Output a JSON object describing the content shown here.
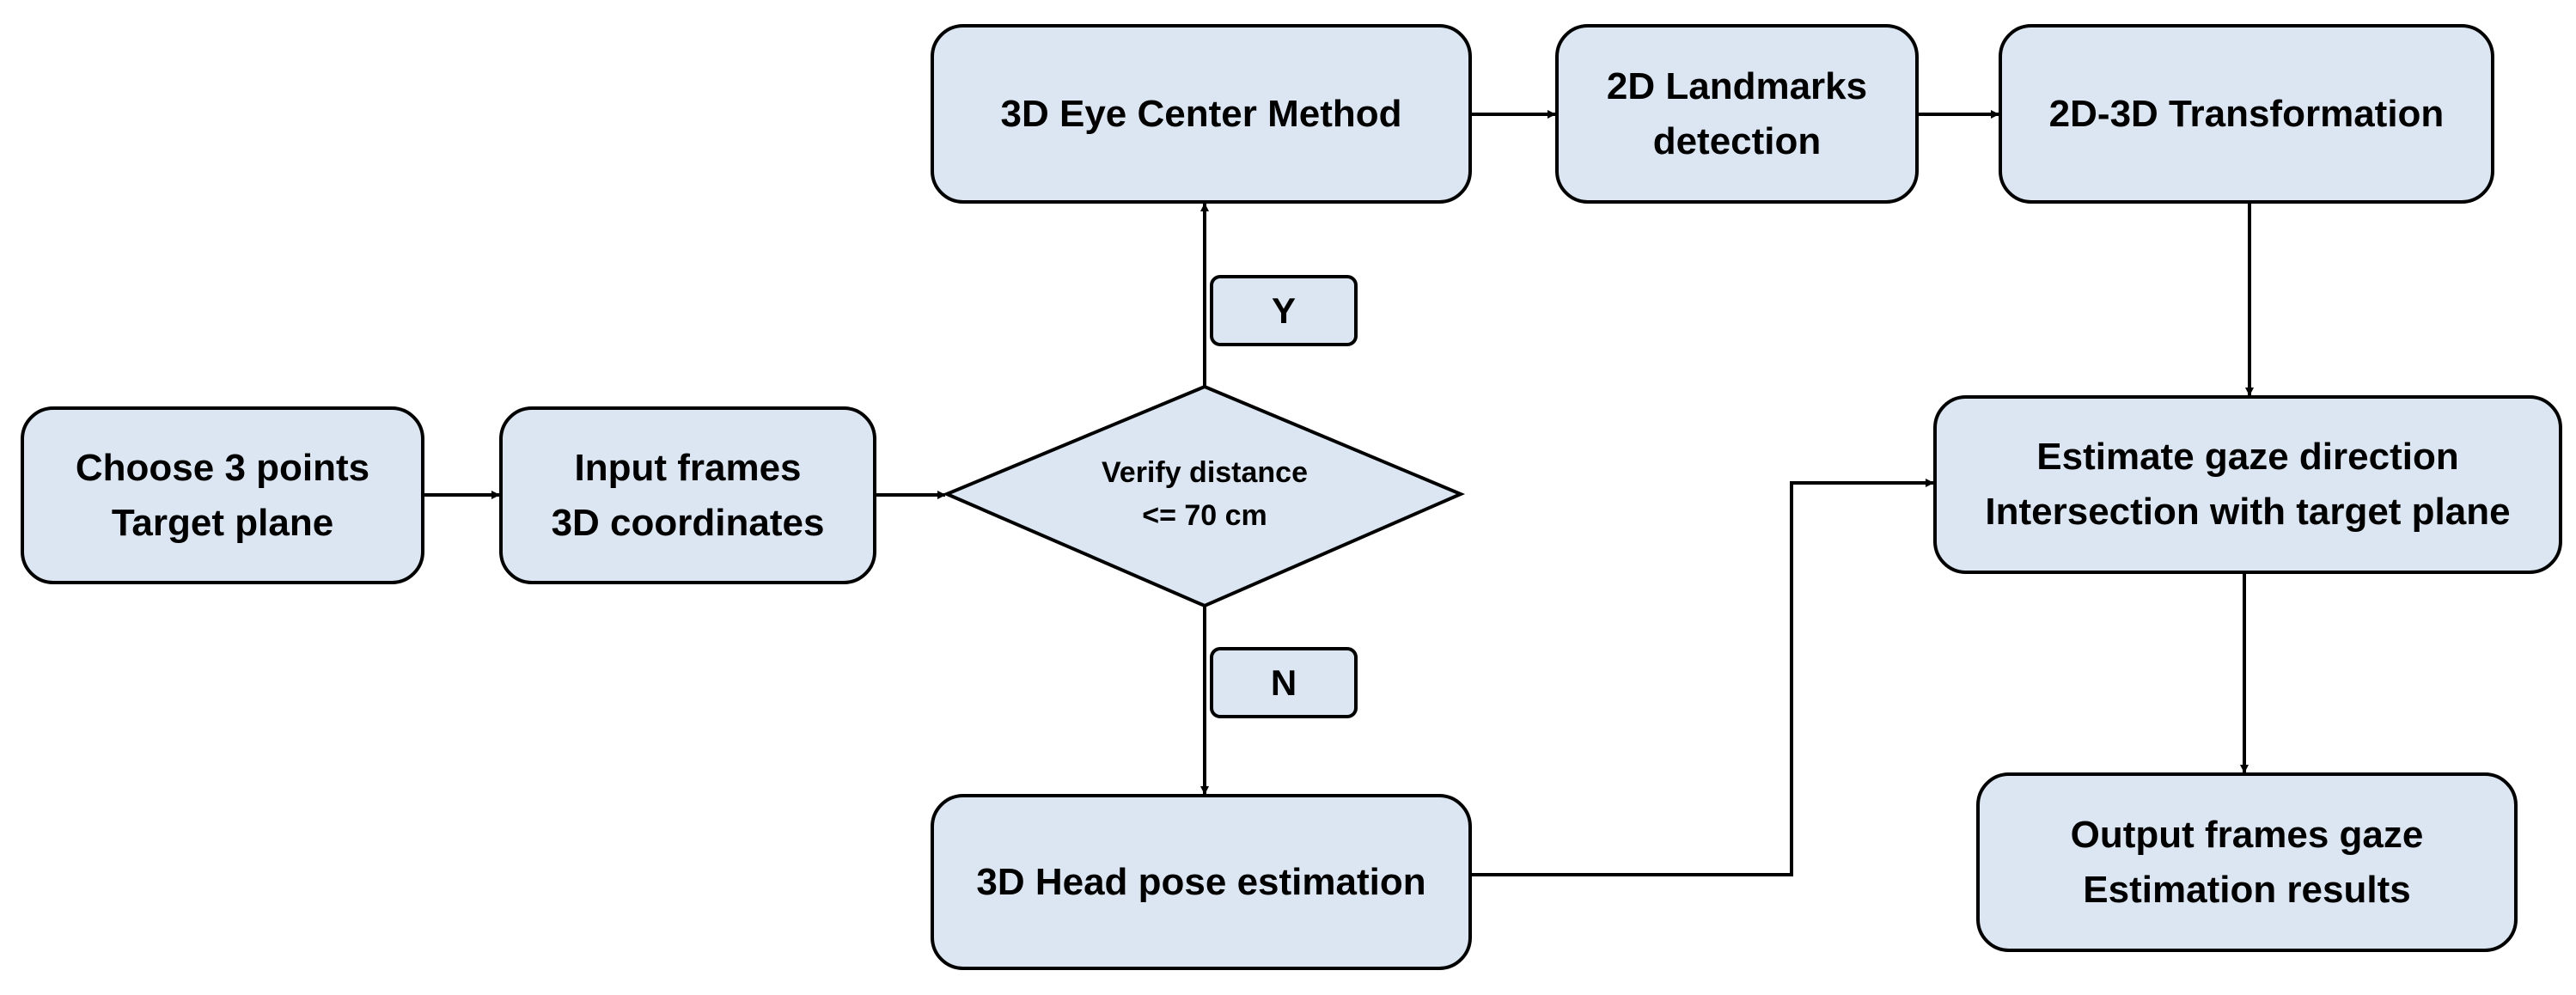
{
  "colors": {
    "node_fill": "#dce6f2",
    "stroke": "#000000"
  },
  "nodes": {
    "choose_points": {
      "line1": "Choose 3 points",
      "line2": "Target plane"
    },
    "input_frames": {
      "line1": "Input frames",
      "line2": "3D coordinates"
    },
    "verify": {
      "line1": "Verify distance",
      "line2": "<= 70 cm"
    },
    "eye_center": {
      "line1": "3D Eye Center Method"
    },
    "landmarks": {
      "line1": "2D Landmarks",
      "line2": "detection"
    },
    "transformation": {
      "line1": "2D-3D Transformation"
    },
    "head_pose": {
      "line1": "3D Head pose estimation"
    },
    "estimate_gaze": {
      "line1": "Estimate gaze direction",
      "line2": "Intersection with target plane"
    },
    "output": {
      "line1": "Output frames gaze",
      "line2": "Estimation results"
    }
  },
  "branch_labels": {
    "yes": "Y",
    "no": "N"
  }
}
